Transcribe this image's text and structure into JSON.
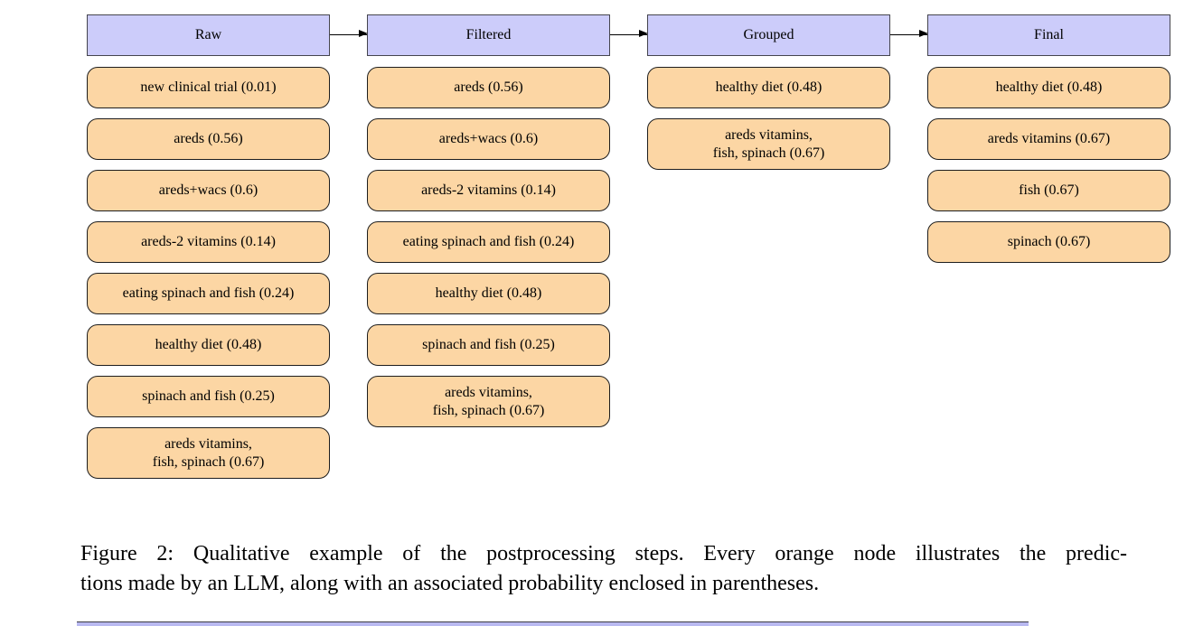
{
  "figure": {
    "colors": {
      "header_fill": "#ccccfa",
      "node_fill": "#fcd6a4",
      "border": "#1d1d1d"
    },
    "columns": [
      {
        "header": "Raw",
        "nodes": [
          [
            "new clinical trial (0.01)"
          ],
          [
            "areds (0.56)"
          ],
          [
            "areds+wacs (0.6)"
          ],
          [
            "areds-2 vitamins (0.14)"
          ],
          [
            "eating spinach and fish (0.24)"
          ],
          [
            "healthy diet (0.48)"
          ],
          [
            "spinach and fish (0.25)"
          ],
          [
            "areds vitamins,",
            "fish, spinach (0.67)"
          ]
        ]
      },
      {
        "header": "Filtered",
        "nodes": [
          [
            "areds (0.56)"
          ],
          [
            "areds+wacs (0.6)"
          ],
          [
            "areds-2 vitamins (0.14)"
          ],
          [
            "eating spinach and fish (0.24)"
          ],
          [
            "healthy diet (0.48)"
          ],
          [
            "spinach and fish (0.25)"
          ],
          [
            "areds vitamins,",
            "fish, spinach (0.67)"
          ]
        ]
      },
      {
        "header": "Grouped",
        "nodes": [
          [
            "healthy diet (0.48)"
          ],
          [
            "areds vitamins,",
            "fish, spinach (0.67)"
          ]
        ]
      },
      {
        "header": "Final",
        "nodes": [
          [
            "healthy diet (0.48)"
          ],
          [
            "areds vitamins (0.67)"
          ],
          [
            "fish (0.67)"
          ],
          [
            "spinach (0.67)"
          ]
        ]
      }
    ]
  },
  "caption": {
    "line1": "Figure 2: Qualitative example of the postprocessing steps. Every orange node illustrates the predic-",
    "line2": "tions made by an LLM, along with an associated probability enclosed in parentheses."
  }
}
